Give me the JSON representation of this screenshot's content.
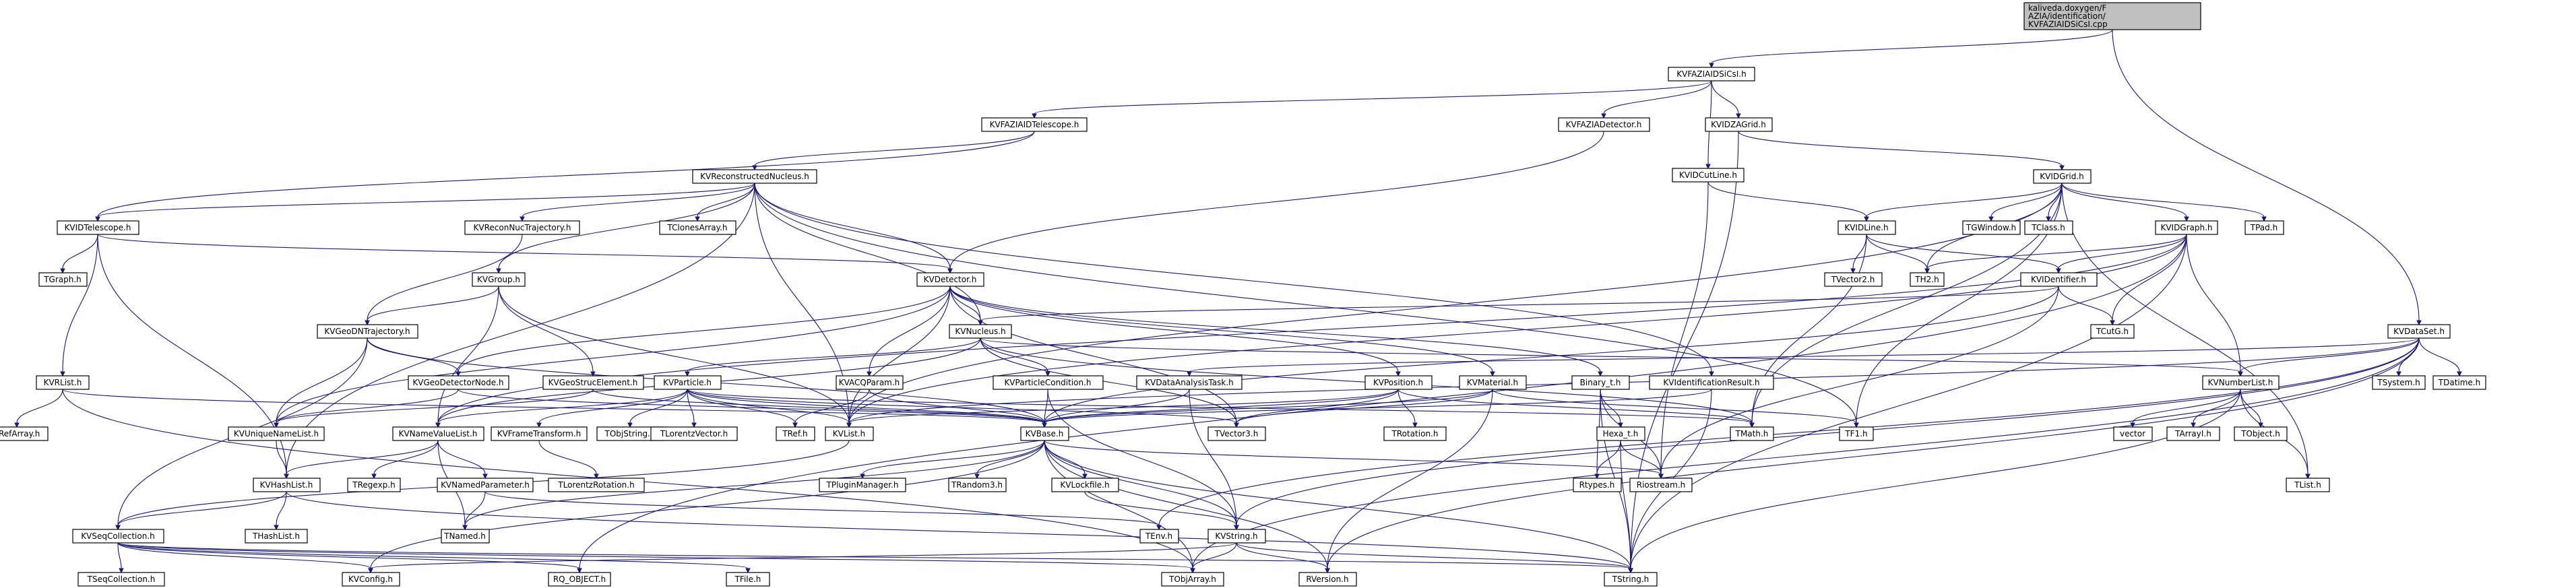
{
  "root_label": "kaliveda.doxygen/FAZIA/identification/KVFAZIAIDSiCsI.cpp",
  "colors": {
    "root_fill": "#bfbfbf",
    "project_fill": "#ffffff",
    "external_stroke": "#bfbfbf",
    "edge": "#191970"
  },
  "nodes": [
    {
      "id": "root",
      "label": "kaliveda.doxygen/FAZIA/identification/KVFAZIAIDSiCsI.cpp"
    },
    {
      "id": "KVFAZIAIDSiCsI_h",
      "label": "KVFAZIAIDSiCsI.h"
    },
    {
      "id": "KVFAZIAIDTelescope_h",
      "label": "KVFAZIAIDTelescope.h"
    },
    {
      "id": "KVFAZIADetector_h",
      "label": "KVFAZIADetector.h"
    },
    {
      "id": "KVIDZAGrid_h",
      "label": "KVIDZAGrid.h"
    },
    {
      "id": "KVIDCutLine_h",
      "label": "KVIDCutLine.h"
    },
    {
      "id": "KVReconstructedNucleus_h",
      "label": "KVReconstructedNucleus.h"
    },
    {
      "id": "KVIDGrid_h",
      "label": "KVIDGrid.h"
    },
    {
      "id": "KVIDTelescope_h",
      "label": "KVIDTelescope.h"
    },
    {
      "id": "KVReconNucTrajectory_h",
      "label": "KVReconNucTrajectory.h"
    },
    {
      "id": "TClonesArray_h",
      "label": "TClonesArray.h"
    },
    {
      "id": "KVIDLine_h",
      "label": "KVIDLine.h"
    },
    {
      "id": "TGWindow_h",
      "label": "TGWindow.h"
    },
    {
      "id": "TClass_h",
      "label": "TClass.h"
    },
    {
      "id": "KVIDGraph_h",
      "label": "KVIDGraph.h"
    },
    {
      "id": "TPad_h",
      "label": "TPad.h"
    },
    {
      "id": "TGraph_h",
      "label": "TGraph.h"
    },
    {
      "id": "KVDetector_h",
      "label": "KVDetector.h"
    },
    {
      "id": "TVector2_h",
      "label": "TVector2.h"
    },
    {
      "id": "TH2_h",
      "label": "TH2.h"
    },
    {
      "id": "KVIDentifier_h",
      "label": "KVIDentifier.h"
    },
    {
      "id": "KVGroup_h",
      "label": "KVGroup.h"
    },
    {
      "id": "TCutG_h",
      "label": "TCutG.h"
    },
    {
      "id": "KVGeoDNTrajectory_h",
      "label": "KVGeoDNTrajectory.h"
    },
    {
      "id": "KVNucleus_h",
      "label": "KVNucleus.h"
    },
    {
      "id": "KVDataSet_h",
      "label": "KVDataSet.h"
    },
    {
      "id": "KVRList_h",
      "label": "KVRList.h"
    },
    {
      "id": "KVGeoDetectorNode_h",
      "label": "KVGeoDetectorNode.h"
    },
    {
      "id": "KVGeoStrucElement_h",
      "label": "KVGeoStrucElement.h"
    },
    {
      "id": "KVParticle_h",
      "label": "KVParticle.h"
    },
    {
      "id": "KVACQParam_h",
      "label": "KVACQParam.h"
    },
    {
      "id": "KVParticleCondition_h",
      "label": "KVParticleCondition.h"
    },
    {
      "id": "KVDataAnalysisTask_h",
      "label": "KVDataAnalysisTask.h"
    },
    {
      "id": "KVPosition_h",
      "label": "KVPosition.h"
    },
    {
      "id": "KVMaterial_h",
      "label": "KVMaterial.h"
    },
    {
      "id": "Binary_t_h",
      "label": "Binary_t.h"
    },
    {
      "id": "KVIdentificationResult_h",
      "label": "KVIdentificationResult.h"
    },
    {
      "id": "KVNumberList_h",
      "label": "KVNumberList.h"
    },
    {
      "id": "TSystem_h",
      "label": "TSystem.h"
    },
    {
      "id": "TDatime_h",
      "label": "TDatime.h"
    },
    {
      "id": "TRefArray_h",
      "label": "TRefArray.h"
    },
    {
      "id": "KVUniqueNameList_h",
      "label": "KVUniqueNameList.h"
    },
    {
      "id": "KVNameValueList_h",
      "label": "KVNameValueList.h"
    },
    {
      "id": "KVFrameTransform_h",
      "label": "KVFrameTransform.h"
    },
    {
      "id": "TObjString_h",
      "label": "TObjString.h"
    },
    {
      "id": "TLorentzVector_h",
      "label": "TLorentzVector.h"
    },
    {
      "id": "TRef_h",
      "label": "TRef.h"
    },
    {
      "id": "KVList_h",
      "label": "KVList.h"
    },
    {
      "id": "KVBase_h",
      "label": "KVBase.h"
    },
    {
      "id": "TVector3_h",
      "label": "TVector3.h"
    },
    {
      "id": "TRotation_h",
      "label": "TRotation.h"
    },
    {
      "id": "TMath_h",
      "label": "TMath.h"
    },
    {
      "id": "Hexa_t_h",
      "label": "Hexa_t.h"
    },
    {
      "id": "TF1_h",
      "label": "TF1.h"
    },
    {
      "id": "vector",
      "label": "vector"
    },
    {
      "id": "TArrayI_h",
      "label": "TArrayI.h"
    },
    {
      "id": "TObject_h",
      "label": "TObject.h"
    },
    {
      "id": "KVHashList_h",
      "label": "KVHashList.h"
    },
    {
      "id": "TRegexp_h",
      "label": "TRegexp.h"
    },
    {
      "id": "KVNamedParameter_h",
      "label": "KVNamedParameter.h"
    },
    {
      "id": "TLorentzRotation_h",
      "label": "TLorentzRotation.h"
    },
    {
      "id": "TPluginManager_h",
      "label": "TPluginManager.h"
    },
    {
      "id": "TRandom3_h",
      "label": "TRandom3.h"
    },
    {
      "id": "KVLockfile_h",
      "label": "KVLockfile.h"
    },
    {
      "id": "Rtypes_h",
      "label": "Rtypes.h"
    },
    {
      "id": "Riostream_h",
      "label": "Riostream.h"
    },
    {
      "id": "TList_h",
      "label": "TList.h"
    },
    {
      "id": "THashList_h",
      "label": "THashList.h"
    },
    {
      "id": "KVSeqCollection_h",
      "label": "KVSeqCollection.h"
    },
    {
      "id": "TNamed_h",
      "label": "TNamed.h"
    },
    {
      "id": "TEnv_h",
      "label": "TEnv.h"
    },
    {
      "id": "KVString_h",
      "label": "KVString.h"
    },
    {
      "id": "TSeqCollection_h",
      "label": "TSeqCollection.h"
    },
    {
      "id": "KVConfig_h",
      "label": "KVConfig.h"
    },
    {
      "id": "RQ_OBJECT_h",
      "label": "RQ_OBJECT.h"
    },
    {
      "id": "TFile_h",
      "label": "TFile.h"
    },
    {
      "id": "TObjArray_h",
      "label": "TObjArray.h"
    },
    {
      "id": "RVersion_h",
      "label": "RVersion.h"
    },
    {
      "id": "TString_h",
      "label": "TString.h"
    }
  ]
}
